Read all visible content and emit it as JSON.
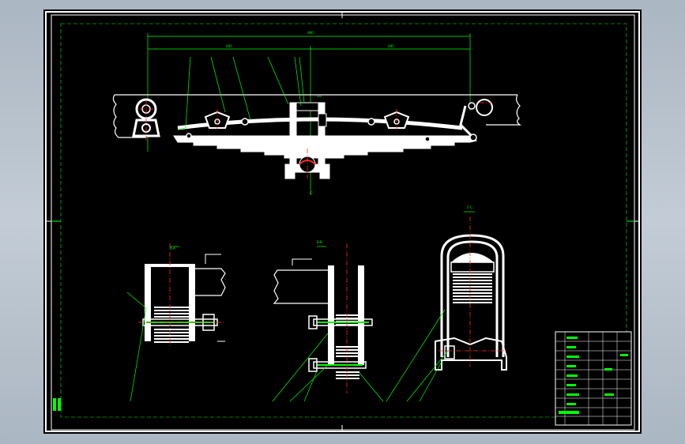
{
  "drawing": {
    "colors": {
      "background": "#000000",
      "frame": "#ffffff",
      "dimension": "#00ff00",
      "centerline": "#ff2a2a",
      "hatch": "#ffffff",
      "bolt": "#00ff00",
      "viewer_bg": "#b4bfcb"
    },
    "labels": {
      "top_dim": "990",
      "left_span": "495",
      "right_span": "495",
      "center_mark": "C",
      "section_a": "A-A",
      "section_b": "B-B",
      "section_c": "C-C"
    }
  },
  "title_block": {
    "rows": 10,
    "cols": 6
  }
}
